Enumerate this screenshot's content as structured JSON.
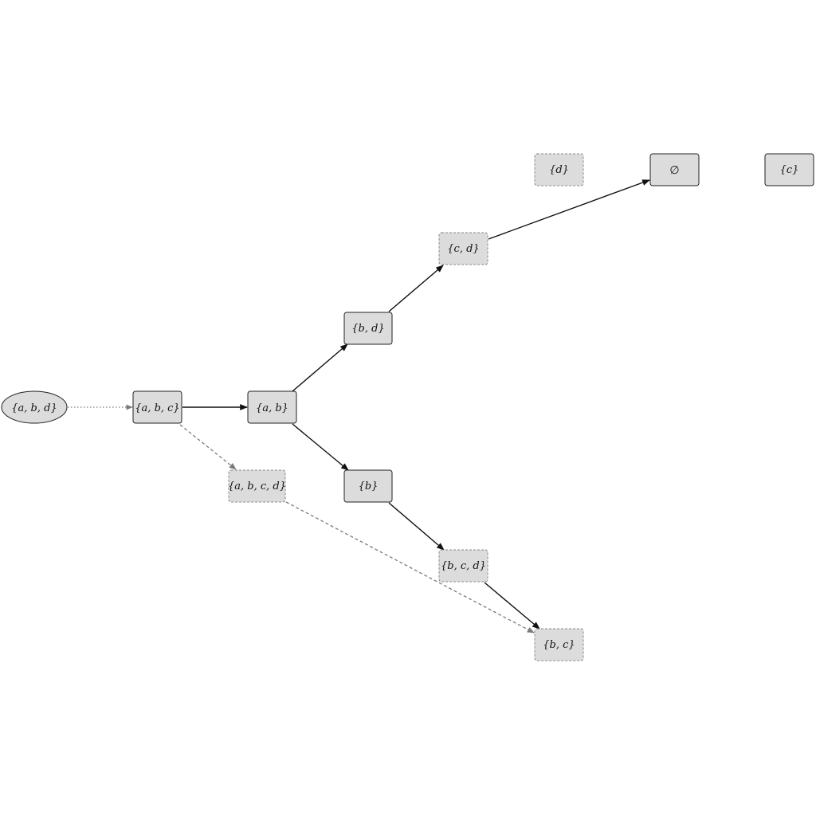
{
  "nodes": {
    "abd": {
      "label": "{a, b, d}",
      "style": "solid",
      "shape": "ellipse"
    },
    "abc": {
      "label": "{a, b, c}",
      "style": "solid",
      "shape": "box"
    },
    "ab": {
      "label": "{a, b}",
      "style": "solid",
      "shape": "box"
    },
    "bd": {
      "label": "{b, d}",
      "style": "solid",
      "shape": "box"
    },
    "cd": {
      "label": "{c, d}",
      "style": "dashed",
      "shape": "box"
    },
    "d": {
      "label": "{d}",
      "style": "dashed",
      "shape": "box"
    },
    "empty": {
      "label": "∅",
      "style": "solid",
      "shape": "box"
    },
    "c": {
      "label": "{c}",
      "style": "solid",
      "shape": "box"
    },
    "abcd": {
      "label": "{a, b, c, d}",
      "style": "dashed",
      "shape": "box"
    },
    "b": {
      "label": "{b}",
      "style": "solid",
      "shape": "box"
    },
    "bcd": {
      "label": "{b, c, d}",
      "style": "dashed",
      "shape": "box"
    },
    "bc": {
      "label": "{b, c}",
      "style": "dashed",
      "shape": "box"
    }
  },
  "edges": [
    {
      "from": "abd",
      "to": "abc",
      "style": "dotted"
    },
    {
      "from": "abc",
      "to": "ab",
      "style": "solid"
    },
    {
      "from": "abc",
      "to": "abcd",
      "style": "dashed"
    },
    {
      "from": "ab",
      "to": "bd",
      "style": "solid"
    },
    {
      "from": "ab",
      "to": "b",
      "style": "solid"
    },
    {
      "from": "bd",
      "to": "cd",
      "style": "solid"
    },
    {
      "from": "cd",
      "to": "empty",
      "style": "solid"
    },
    {
      "from": "b",
      "to": "bcd",
      "style": "solid"
    },
    {
      "from": "bcd",
      "to": "bc",
      "style": "solid"
    },
    {
      "from": "abcd",
      "to": "bc",
      "style": "dashed"
    }
  ],
  "colors": {
    "node_fill": "#dcdcdc",
    "solid_stroke": "#222222",
    "dashed_stroke": "#8a8a8a",
    "edge_solid": "#111111",
    "edge_gray": "#7a7a7a"
  }
}
